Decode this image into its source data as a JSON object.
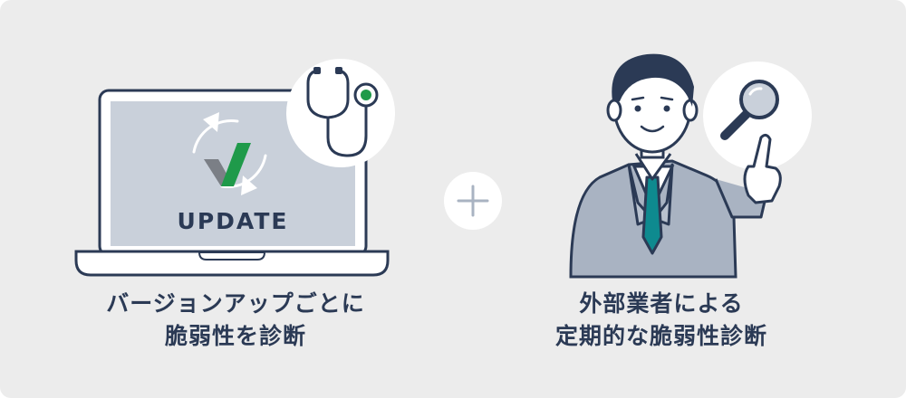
{
  "left": {
    "laptop_screen_text": "UPDATE",
    "caption_line1": "バージョンアップごとに",
    "caption_line2": "脆弱性を診断"
  },
  "right": {
    "caption_line1": "外部業者による",
    "caption_line2": "定期的な脆弱性診断"
  },
  "colors": {
    "background": "#ececec",
    "navy": "#2b3a55",
    "screen": "#c9d0da",
    "suit": "#a9b3c2",
    "accent_green": "#1f9a4a",
    "tie": "#0e8a8f"
  },
  "icons": [
    "refresh-icon",
    "checkmark-icon",
    "stethoscope-icon",
    "plus-icon",
    "magnifier-icon"
  ]
}
